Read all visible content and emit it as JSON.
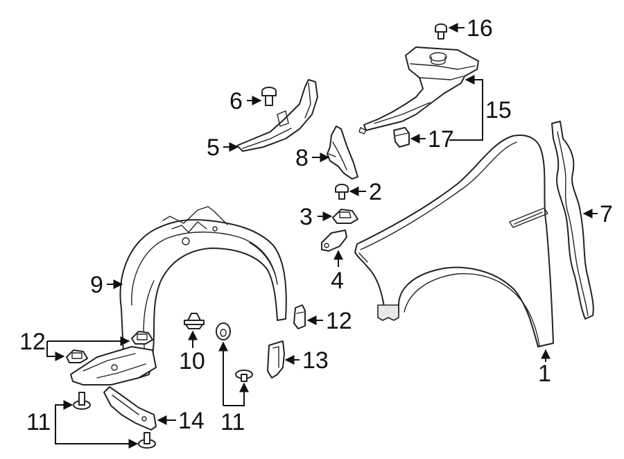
{
  "callouts": {
    "c1": "1",
    "c2": "2",
    "c3": "3",
    "c4": "4",
    "c5": "5",
    "c6": "6",
    "c7": "7",
    "c8": "8",
    "c9": "9",
    "c10": "10",
    "c11a": "11",
    "c11b": "11",
    "c12a": "12",
    "c12b": "12",
    "c13": "13",
    "c14": "14",
    "c15": "15",
    "c16": "16",
    "c17": "17"
  },
  "colors": {
    "line": "#222222",
    "background": "#ffffff"
  }
}
